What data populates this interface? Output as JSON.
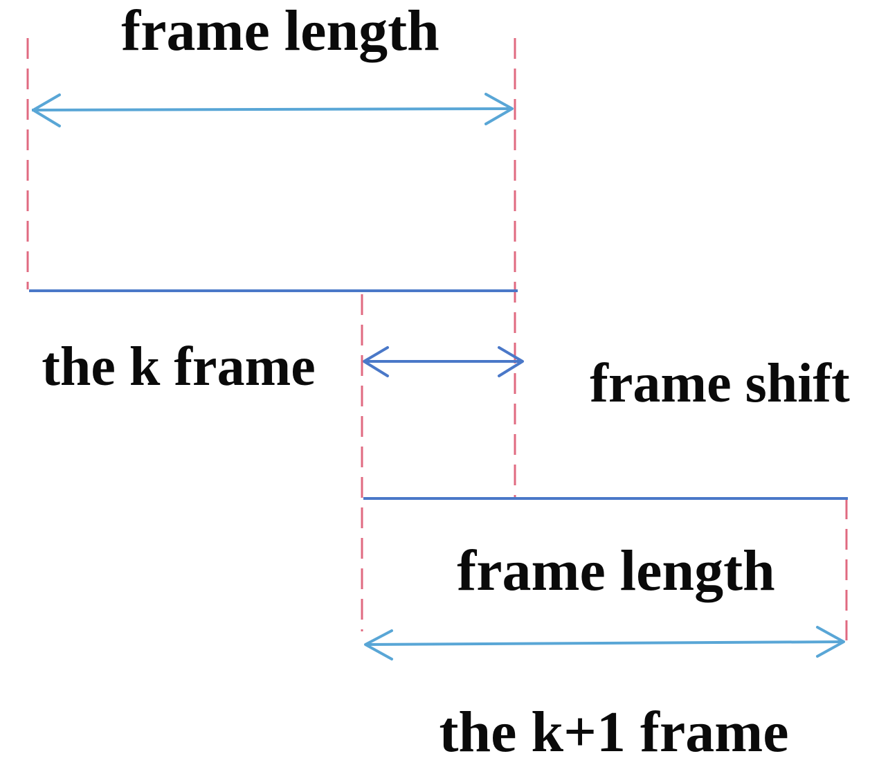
{
  "labels": {
    "top_frame_length": "frame length",
    "k_frame": "the k frame",
    "frame_shift": "frame shift",
    "bottom_frame_length": "frame length",
    "k1_frame": "the k+1 frame"
  },
  "colors": {
    "boundary_dashes": "#e06a80",
    "frame_lines": "#4a78c8",
    "length_arrows": "#59a6d6",
    "text": "#0a0a0a"
  }
}
